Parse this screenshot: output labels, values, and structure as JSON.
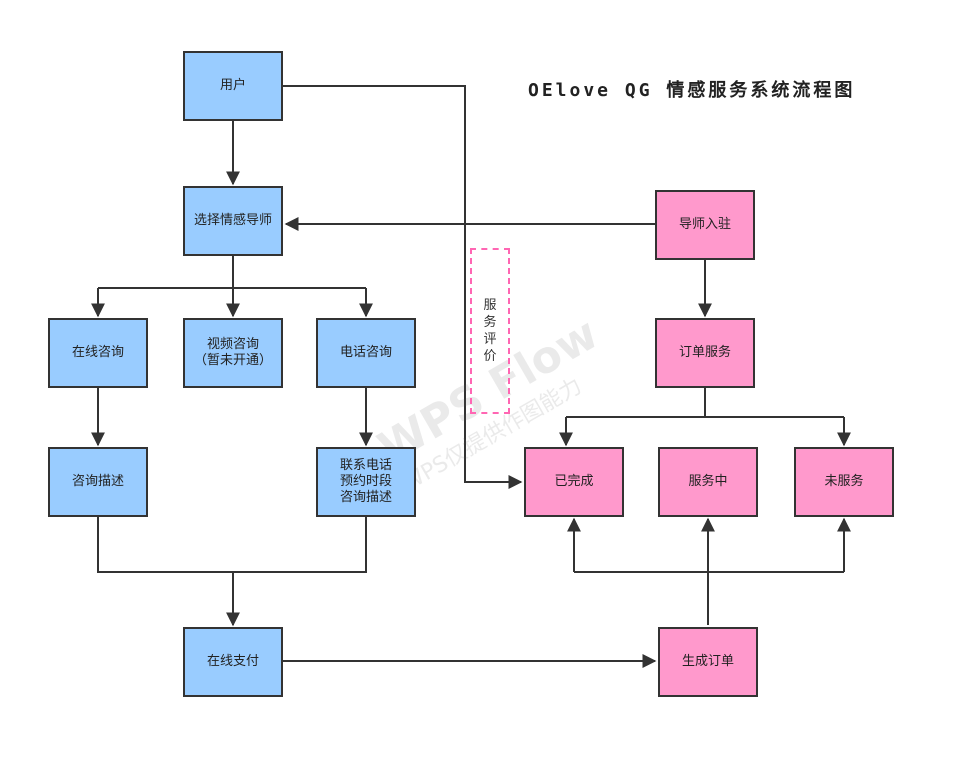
{
  "title": "OElove QG 情感服务系统流程图",
  "watermark": {
    "brand": "WPS Flow",
    "tagline": "WPS仅提供作图能力"
  },
  "review_label": "服\n务\n评\n价",
  "nodes": {
    "user": "用户",
    "select_mentor": "选择情感导师",
    "online_consult": "在线咨询",
    "video_consult": "视频咨询\n（暂未开通）",
    "phone_consult": "电话咨询",
    "consult_desc": "咨询描述",
    "phone_details": "联系电话\n预约时段\n咨询描述",
    "online_pay": "在线支付",
    "mentor_join": "导师入驻",
    "order_service": "订单服务",
    "completed": "已完成",
    "in_service": "服务中",
    "not_served": "未服务",
    "generate_order": "生成订单"
  },
  "colors": {
    "user_side": "#99ccff",
    "mentor_side": "#ff99cc",
    "connector": "#333333",
    "review_border": "#ff66b3"
  }
}
